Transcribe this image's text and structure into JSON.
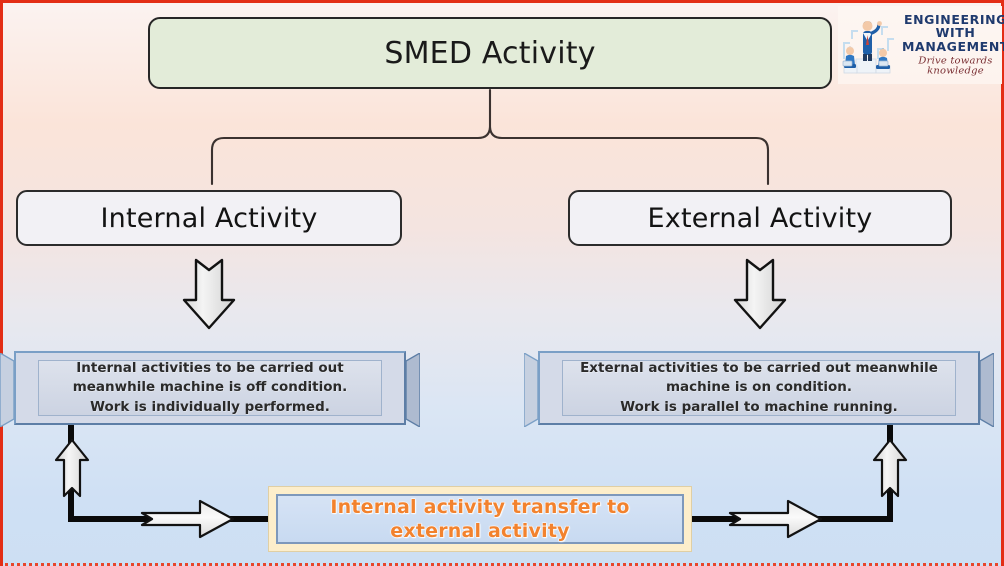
{
  "slide": {
    "frame_color": "#e32d15",
    "background_top_color": "#fbe4d9",
    "background_bottom_color": "#cddff3"
  },
  "logo": {
    "line1": "ENGINEERING WITH",
    "line2": "MANAGEMENT",
    "tagline": "Drive towards knowledge",
    "text_color": "#1f3a6e",
    "tagline_color": "#7a2f33",
    "art_name": "people-illustration"
  },
  "title": {
    "label": "SMED Activity",
    "fill_color": "#e3ecd9",
    "border_color": "#262626"
  },
  "branches": {
    "left": {
      "heading": "Internal Activity",
      "description": "Internal activities to be carried out\nmeanwhile machine is off condition.\nWork is individually performed."
    },
    "right": {
      "heading": "External Activity",
      "description": "External activities to be carried out meanwhile\nmachine is on condition.\nWork is parallel to machine running."
    }
  },
  "transfer": {
    "label": "Internal activity transfer to\nexternal activity",
    "text_color": "#f2822e",
    "outer_fill": "#fdeecb",
    "inner_fill": "#d6e3f5"
  },
  "connectors": {
    "brace_name": "curly-brace-connector",
    "down_arrow_left": "down-block-arrow",
    "down_arrow_right": "down-block-arrow",
    "up_arrow_left": "up-block-arrow",
    "up_arrow_right": "up-block-arrow",
    "right_arrow_left": "right-block-arrow",
    "right_arrow_right": "right-block-arrow"
  }
}
